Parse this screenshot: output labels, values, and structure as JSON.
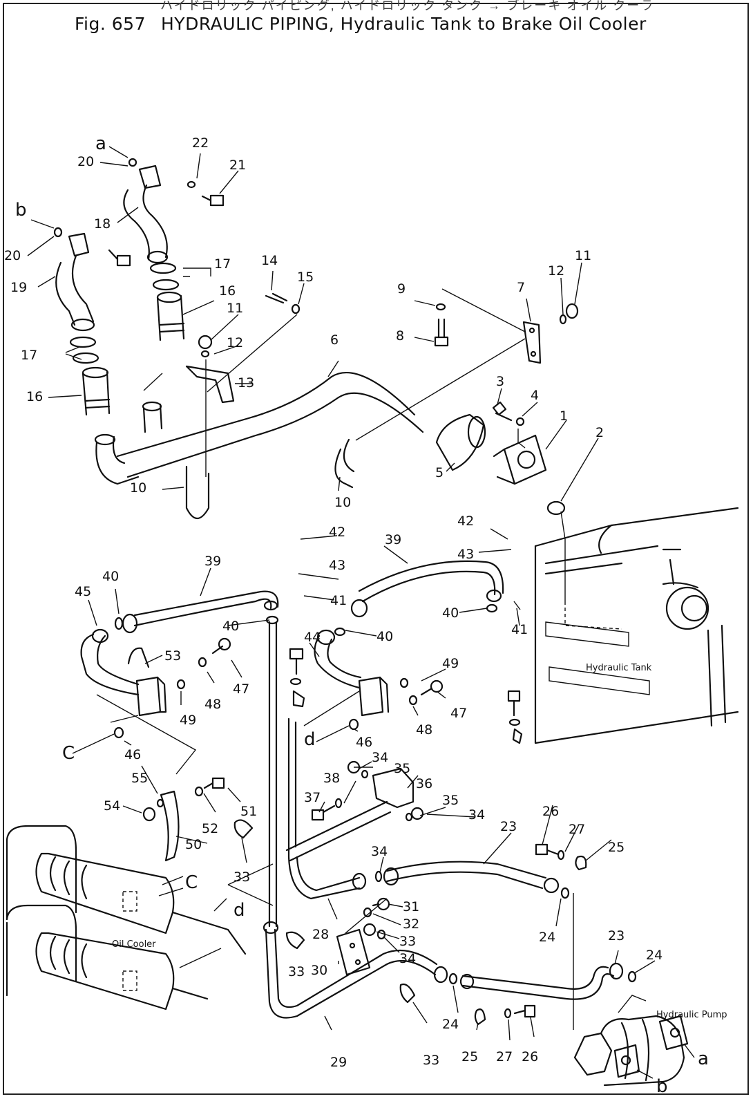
{
  "figure": {
    "title_jp": "ハイドロリック パイピング, ハイドロリック タンク → ブレーキ オイル クーラ",
    "fig_no": "Fig. 657",
    "title": "HYDRAULIC PIPING, Hydraulic Tank to Brake Oil Cooler"
  },
  "captions": {
    "tank": "Hydraulic Tank",
    "cooler": "Oil Cooler",
    "pump": "Hydraulic Pump"
  },
  "refs": {
    "a": "a",
    "b": "b",
    "c": "C",
    "d": "d"
  },
  "parts": [
    "1",
    "2",
    "3",
    "4",
    "5",
    "6",
    "7",
    "8",
    "9",
    "10",
    "11",
    "12",
    "13",
    "14",
    "15",
    "16",
    "17",
    "18",
    "19",
    "20",
    "21",
    "22",
    "23",
    "24",
    "25",
    "26",
    "27",
    "28",
    "29",
    "30",
    "31",
    "32",
    "33",
    "34",
    "35",
    "36",
    "37",
    "38",
    "39",
    "40",
    "41",
    "42",
    "43",
    "44",
    "45",
    "46",
    "47",
    "48",
    "49",
    "50",
    "51",
    "52",
    "53",
    "54",
    "55"
  ]
}
